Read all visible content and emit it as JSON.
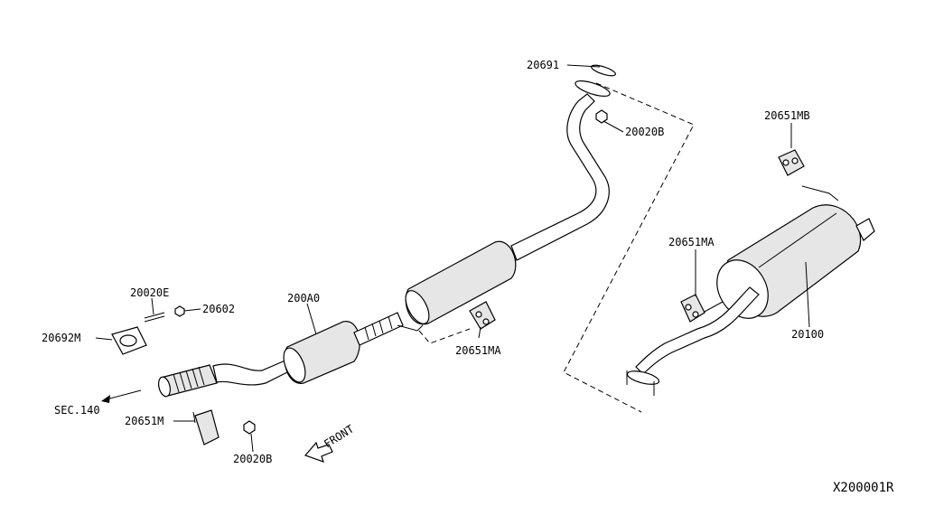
{
  "labels": {
    "p20691": "20691",
    "p20020b_top": "20020B",
    "p20651mb": "20651MB",
    "p20651ma_right": "20651MA",
    "p20100": "20100",
    "p200a0": "200A0",
    "p20651ma_mid": "20651MA",
    "p20020e": "20020E",
    "p20602": "20602",
    "p20692m": "20692M",
    "sec140": "SEC.140",
    "p20651m": "20651M",
    "p20020b_bottom": "20020B",
    "front": "FRONT",
    "diagram_id": "X200001R"
  }
}
